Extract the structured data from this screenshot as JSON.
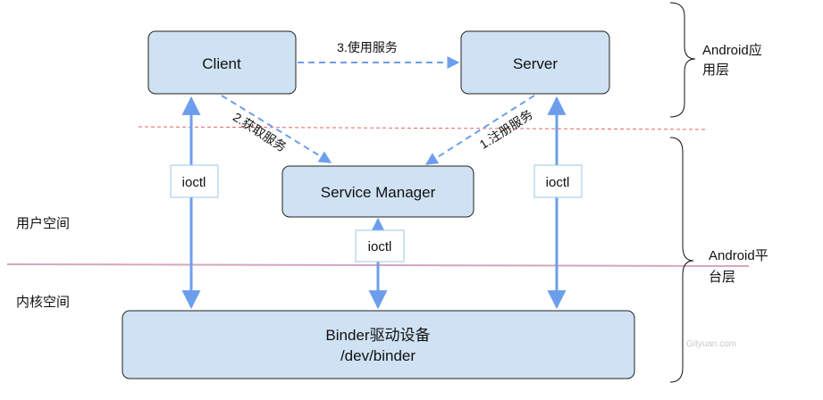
{
  "nodes": {
    "client": "Client",
    "server": "Server",
    "service_manager": "Service Manager",
    "binder_line1": "Binder驱动设备",
    "binder_line2": "/dev/binder"
  },
  "edges": {
    "use_service": "3.使用服务",
    "get_service": "2.获取服务",
    "register_service": "1.注册服务",
    "ioctl_left": "ioctl",
    "ioctl_center": "ioctl",
    "ioctl_right": "ioctl"
  },
  "layers": {
    "app_layer": [
      "Android应",
      "用层"
    ],
    "platform_layer": [
      "Android平",
      "台层"
    ],
    "user_space": "用户空间",
    "kernel_space": "内核空间"
  },
  "watermark": "Gityuan.com",
  "colors": {
    "box_fill": "#cfe2f3",
    "box_stroke": "#222222",
    "arrow": "#6d9eeb",
    "divider_red": "#e06666",
    "divider_pink": "#d5a6bd"
  }
}
